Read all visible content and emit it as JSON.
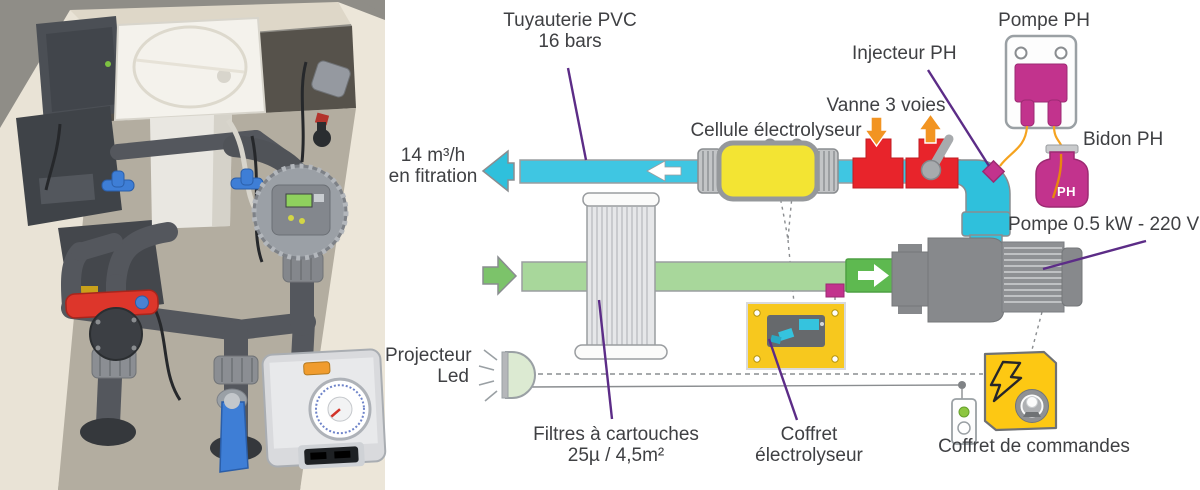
{
  "diagram": {
    "labels": {
      "pvc_pipe_1": "Tuyauterie PVC",
      "pvc_pipe_2": "16 bars",
      "flow_1": "14 m³/h",
      "flow_2": "en fitration",
      "cell": "Cellule électrolyseur",
      "three_way_valve": "Vanne 3 voies",
      "ph_injector": "Injecteur PH",
      "ph_pump": "Pompe PH",
      "ph_can": "Bidon PH",
      "ph_can_tag": "PH",
      "main_pump": "Pompe 0.5 kW - 220 V",
      "projector_1": "Projecteur",
      "projector_2": "Led",
      "filter_1": "Filtres à cartouches",
      "filter_2": "25µ / 4,5m²",
      "electro_box_1": "Coffret",
      "electro_box_2": "électrolyseur",
      "control_box": "Coffret de commandes"
    },
    "colors": {
      "pipe_cyan": "#3fc6e2",
      "arrow_cyan": "#2fc0dc",
      "pipe_green": "#a8d79b",
      "arrow_green": "#5eb950",
      "valve_red": "#e8242b",
      "indicator_orange": "#f29422",
      "ph_magenta": "#c2338d",
      "cell_yellow": "#f3e433",
      "cabinet_yellow": "#f7c81e",
      "control_yellow": "#fdc813",
      "pump_gray": "#87898c",
      "pointer_purple": "#5c2c87",
      "label_text": "#3f4043",
      "projector_green": "#dcead2"
    }
  }
}
